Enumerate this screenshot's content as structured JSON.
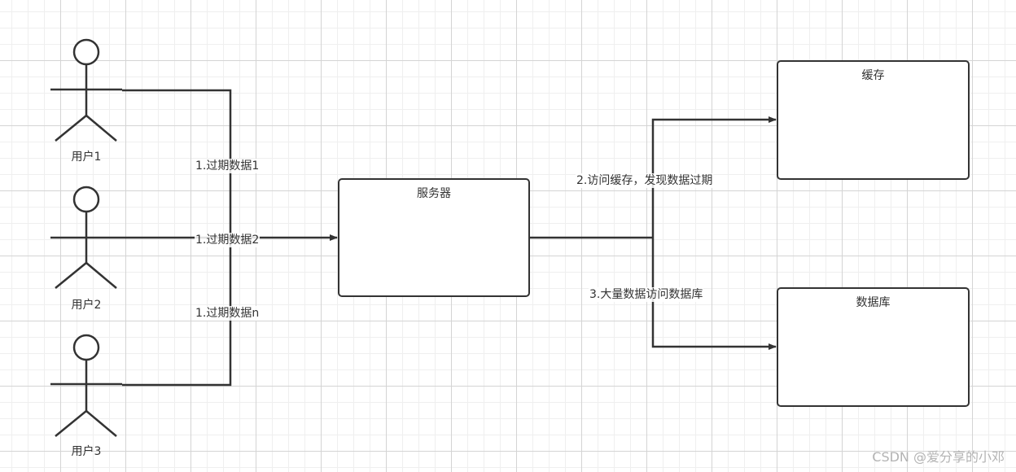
{
  "actors": [
    {
      "name": "用户1"
    },
    {
      "name": "用户2"
    },
    {
      "name": "用户3"
    }
  ],
  "nodes": {
    "server": "服务器",
    "cache": "缓存",
    "database": "数据库"
  },
  "edge_labels": {
    "expired_1": "1.过期数据1",
    "expired_2": "1.过期数据2",
    "expired_n": "1.过期数据n",
    "access_cache": "2.访问缓存，发现数据过期",
    "access_db": "3.大量数据访问数据库"
  },
  "watermark": "CSDN @爱分享的小邓"
}
